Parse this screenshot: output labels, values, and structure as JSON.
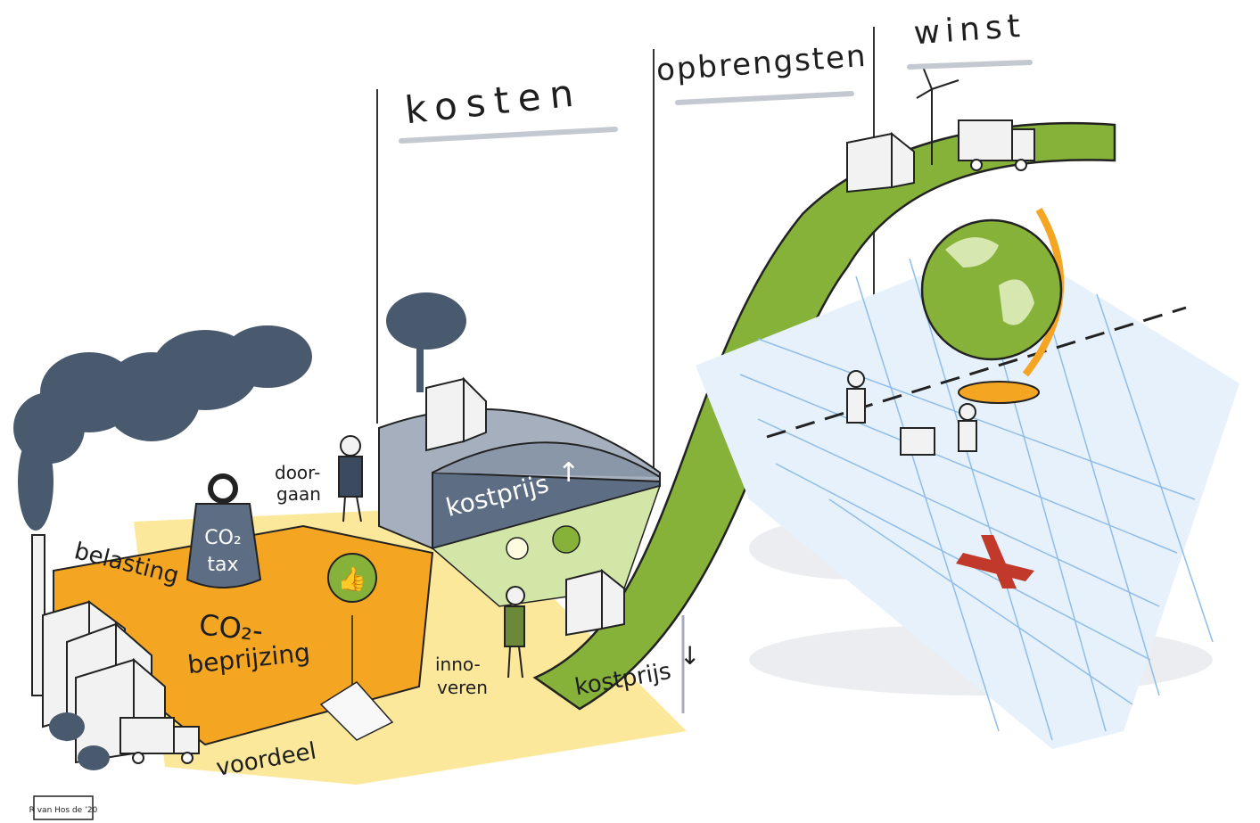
{
  "headings": {
    "kosten": "kosten",
    "opbrengsten": "opbrengsten",
    "winst": "winst"
  },
  "labels": {
    "belasting": "belasting",
    "door": "door-",
    "gaan": "gaan",
    "co2_weight_line1": "CO₂",
    "co2_weight_line2": "tax",
    "co2_pricing_line1": "CO₂-",
    "co2_pricing_line2": "beprijzing",
    "voordeel": "voordeel",
    "kostprijs_up": "kostprijs",
    "kostprijs_down": "kostprijs",
    "inno": "inno-",
    "veren": "veren",
    "signature": "R van Hos de ’20"
  },
  "colors": {
    "smoke": "#4a5a6e",
    "green_road": "#86b23a",
    "orange": "#f4a623",
    "yellow": "#fbe89a",
    "slate": "#5c6d84",
    "grid_blue": "#bcd9f3",
    "red": "#c0392b"
  }
}
